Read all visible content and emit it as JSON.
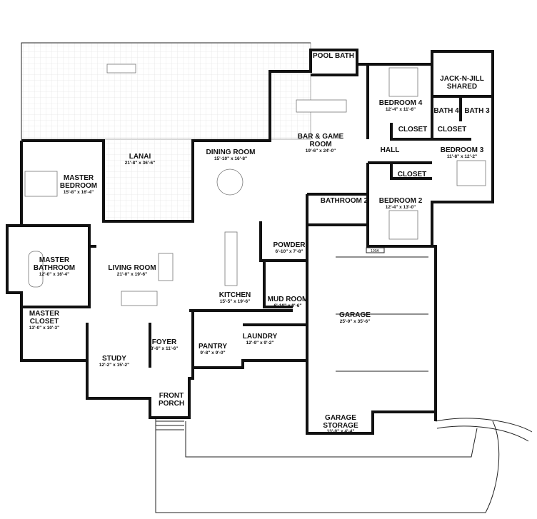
{
  "rooms": {
    "pool_bath": {
      "name": "POOL BATH"
    },
    "lanai": {
      "name": "LANAI",
      "dims": "21'-8\" x 36'-6\""
    },
    "master_bedroom": {
      "name1": "MASTER",
      "name2": "BEDROOM",
      "dims": "15'-8\" x 16'-4\""
    },
    "dining_room": {
      "name": "DINING ROOM",
      "dims": "15'-10\" x 16'-8\""
    },
    "bar_game": {
      "name1": "BAR & GAME",
      "name2": "ROOM",
      "dims": "19'-6\" x 24'-0\""
    },
    "bedroom4": {
      "name": "BEDROOM 4",
      "dims": "12'-4\" x 11'-6\""
    },
    "jack_n_jill": {
      "name1": "JACK-N-JILL",
      "name2": "SHARED"
    },
    "bath4": {
      "name": "BATH 4"
    },
    "bath3": {
      "name": "BATH 3"
    },
    "closet_b4": {
      "name": "CLOSET"
    },
    "closet_b3": {
      "name": "CLOSET"
    },
    "hall": {
      "name": "HALL"
    },
    "bedroom3": {
      "name": "BEDROOM 3",
      "dims": "11'-8\" x 12'-2\""
    },
    "closet_b2": {
      "name": "CLOSET"
    },
    "bathroom2": {
      "name": "BATHROOM 2"
    },
    "bedroom2": {
      "name": "BEDROOM 2",
      "dims": "12'-4\" x 13'-0\""
    },
    "powder": {
      "name": "POWDER",
      "dims": "6'-10\" x 7'-8\""
    },
    "master_bathroom": {
      "name1": "MASTER",
      "name2": "BATHROOM",
      "dims": "12'-0\" x 16'-4\""
    },
    "living_room": {
      "name": "LIVING ROOM",
      "dims": "21'-0\" x 19'-6\""
    },
    "kitchen": {
      "name": "KITCHEN",
      "dims": "15'-5\" x 19'-6\""
    },
    "mud_room": {
      "name": "MUD ROOM",
      "dims": "6'-10\" x 9'-6\""
    },
    "master_closet": {
      "name1": "MASTER",
      "name2": "CLOSET",
      "dims": "13'-0\" x 10'-3\""
    },
    "foyer": {
      "name": "FOYER",
      "dims": "8'-6\" x 11'-6\""
    },
    "pantry": {
      "name": "PANTRY",
      "dims": "9'-8\" x 9'-0\""
    },
    "laundry": {
      "name": "LAUNDRY",
      "dims": "12'-9\" x 9'-2\""
    },
    "garage": {
      "name": "GARAGE",
      "dims": "25'-0\" x 35'-6\""
    },
    "study": {
      "name": "STUDY",
      "dims": "12'-2\" x 15'-2\""
    },
    "front_porch": {
      "name1": "FRONT",
      "name2": "PORCH"
    },
    "garage_storage": {
      "name1": "GARAGE",
      "name2": "STORAGE",
      "dims": "13'-0\" x 4'-4\""
    }
  },
  "door_tag": "100A"
}
